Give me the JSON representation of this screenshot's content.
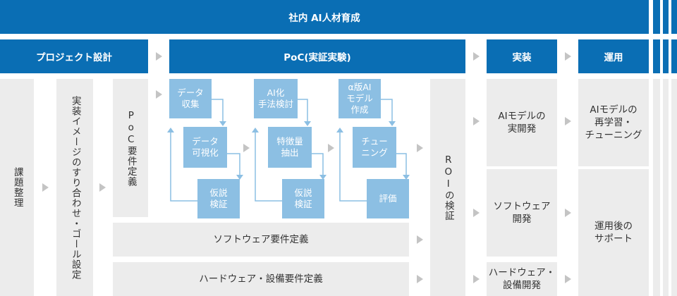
{
  "top_bar": {
    "title": "社内 AI人材育成"
  },
  "phases": {
    "project": "プロジェクト設計",
    "poc": "PoC(実証実験)",
    "implementation": "実装",
    "operation": "運用"
  },
  "project_design": {
    "issue": "課題整理",
    "image_goal": "実装イメージのすり合わせ・ゴール設定",
    "poc_requirements": "PoC要件定義"
  },
  "poc_cycles": [
    {
      "step1": "データ\n収集",
      "step2": "データ\n可視化",
      "step3": "仮説\n検証"
    },
    {
      "step1": "AI化\n手法検討",
      "step2": "特徴量\n抽出",
      "step3": "仮説\n検証"
    },
    {
      "step1": "α版AI\nモデル\n作成",
      "step2": "チュー\nニング",
      "step3": "評価"
    }
  ],
  "software_requirements": "ソフトウェア要件定義",
  "hardware_requirements": "ハードウェア・設備要件定義",
  "roi": "ROIの検証",
  "implementation": {
    "ai_model": "AIモデルの\n実開発",
    "software": "ソフトウェア\n開発",
    "hardware": "ハードウェア・\n設備開発"
  },
  "operation": {
    "relearn": "AIモデルの\n再学習・\nチューニング",
    "support": "運用後の\nサポート"
  },
  "colors": {
    "dark_blue": "#0a6eb4",
    "light_blue": "#8cbfe3",
    "gray": "#ececec",
    "arrow": "#c4c4c4"
  }
}
